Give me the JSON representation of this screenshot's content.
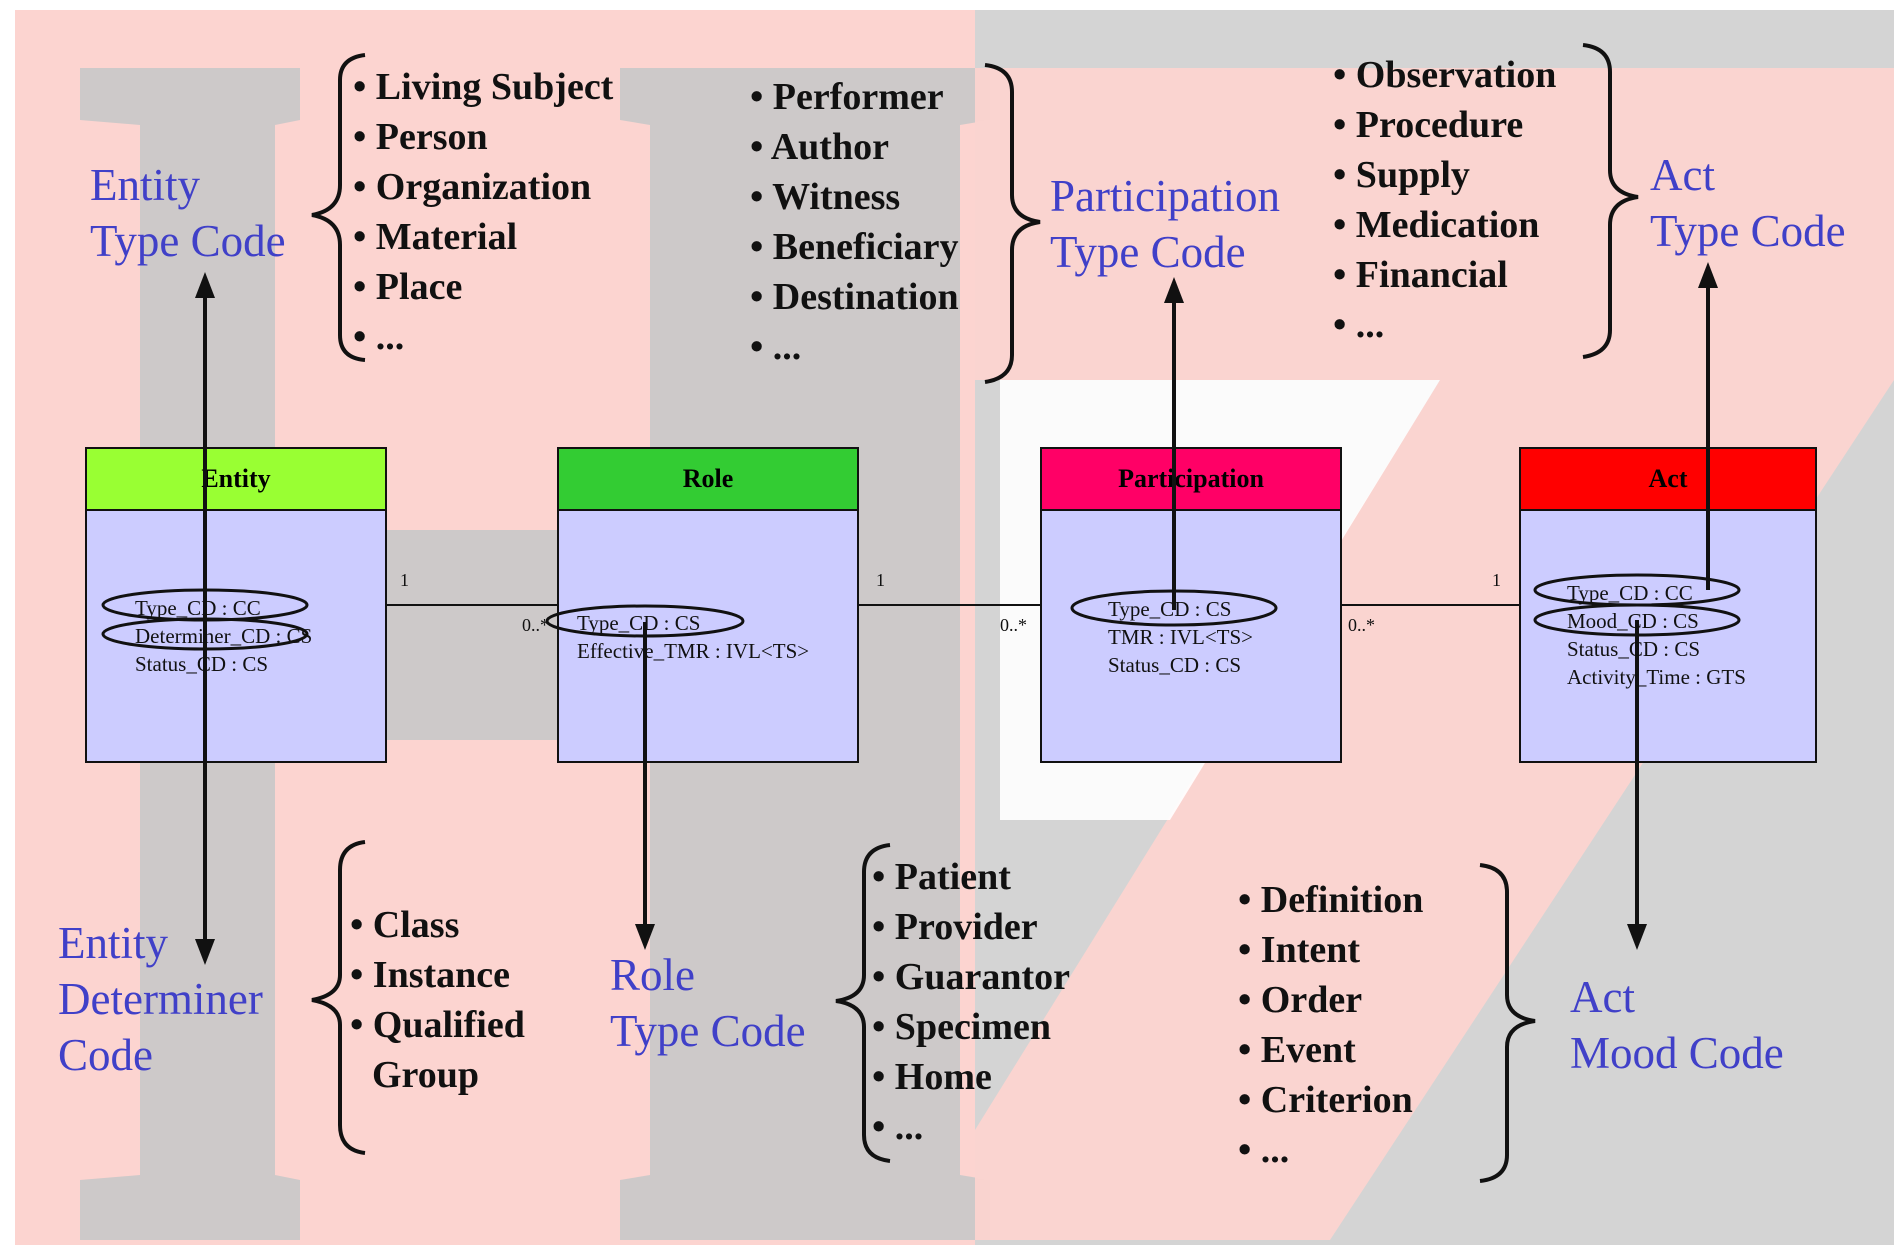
{
  "diagram": {
    "colors": {
      "background_pink": "#fcd4d0",
      "background_gray": "#d4d4d4",
      "label_blue": "#4040c8",
      "box_body": "#ccccff",
      "entity_header": "#99ff33",
      "role_header": "#33cc33",
      "participation_header": "#ff0066",
      "act_header": "#ff0000"
    },
    "classes": {
      "entity": {
        "name": "Entity",
        "attributes": [
          "Type_CD : CC",
          "Determiner_CD : CS",
          "Status_CD : CS"
        ]
      },
      "role": {
        "name": "Role",
        "attributes": [
          "Type_CD : CS",
          "Effective_TMR : IVL<TS>"
        ]
      },
      "participation": {
        "name": "Participation",
        "attributes": [
          "Type_CD : CS",
          "TMR : IVL<TS>",
          "Status_CD : CS"
        ]
      },
      "act": {
        "name": "Act",
        "attributes": [
          "Type_CD : CC",
          "Mood_CD : CS",
          "Status_CD : CS",
          "Activity_Time : GTS"
        ]
      }
    },
    "multiplicities": {
      "entity_role_one": "1",
      "entity_role_many": "0..*",
      "role_participation_one": "1",
      "role_participation_many": "0..*",
      "act_participation_one": "1",
      "act_participation_many": "0..*"
    },
    "labels": {
      "entity_type_code": [
        "Entity",
        "Type Code"
      ],
      "entity_determiner_code": [
        "Entity",
        "Determiner",
        "Code"
      ],
      "role_type_code": [
        "Role",
        "Type Code"
      ],
      "participation_type_code": [
        "Participation",
        "Type Code"
      ],
      "act_type_code": [
        "Act",
        "Type Code"
      ],
      "act_mood_code": [
        "Act",
        "Mood Code"
      ]
    },
    "lists": {
      "entity_types": [
        "• Living Subject",
        "• Person",
        "• Organization",
        "• Material",
        "• Place",
        "• ..."
      ],
      "participation_types": [
        "• Performer",
        "• Author",
        "• Witness",
        "• Beneficiary",
        "• Destination",
        "• ..."
      ],
      "act_types": [
        "• Observation",
        "• Procedure",
        "• Supply",
        "• Medication",
        "• Financial",
        "• ..."
      ],
      "determiners": [
        "• Class",
        "• Instance",
        "• Qualified",
        "Group"
      ],
      "role_types": [
        "• Patient",
        "• Provider",
        "• Guarantor",
        "• Specimen",
        "• Home",
        "• ..."
      ],
      "moods": [
        "• Definition",
        "• Intent",
        "• Order",
        "• Event",
        "• Criterion",
        "• ..."
      ]
    }
  }
}
